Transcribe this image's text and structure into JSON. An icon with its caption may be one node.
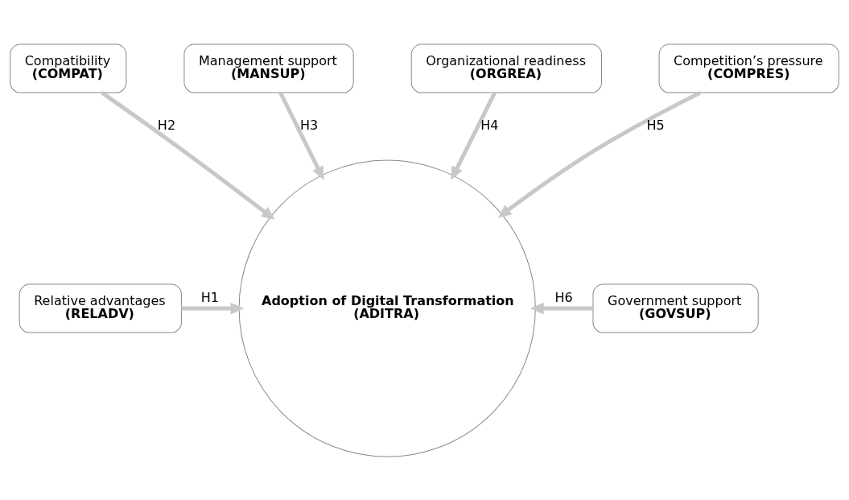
{
  "diagram": {
    "nodes": [
      {
        "text": [
          "Management support",
          "(MANSUP)"
        ]
      },
      {
        "text": [
          "Organizational readiness",
          "(ORGREA)"
        ]
      },
      {
        "text": [
          "Compatibility",
          "(COMPAT)"
        ]
      },
      {
        "text": [
          "Competition’s pressure",
          "(COMPRES)"
        ]
      },
      {
        "text": [
          "Relative advantages",
          "(RELADV)"
        ]
      },
      {
        "text": [
          "Adoption of Digital Transformation",
          "(ADITRA)"
        ]
      },
      {
        "text": [
          "Government support",
          "(GOVSUP)"
        ]
      }
    ],
    "edges": [
      {
        "from": 4,
        "to": 5,
        "arrow": "to",
        "label": "H1"
      },
      {
        "from": 2,
        "to": 5,
        "arrow": "to",
        "label": "H2"
      },
      {
        "from": 0,
        "to": 5,
        "arrow": "to",
        "label": "H3"
      },
      {
        "from": 1,
        "to": 5,
        "arrow": "to",
        "label": "H4"
      },
      {
        "from": 3,
        "to": 5,
        "arrow": "to",
        "label": "H5"
      },
      {
        "from": 6,
        "to": 5,
        "arrow": "to",
        "label": "H6"
      }
    ]
  }
}
